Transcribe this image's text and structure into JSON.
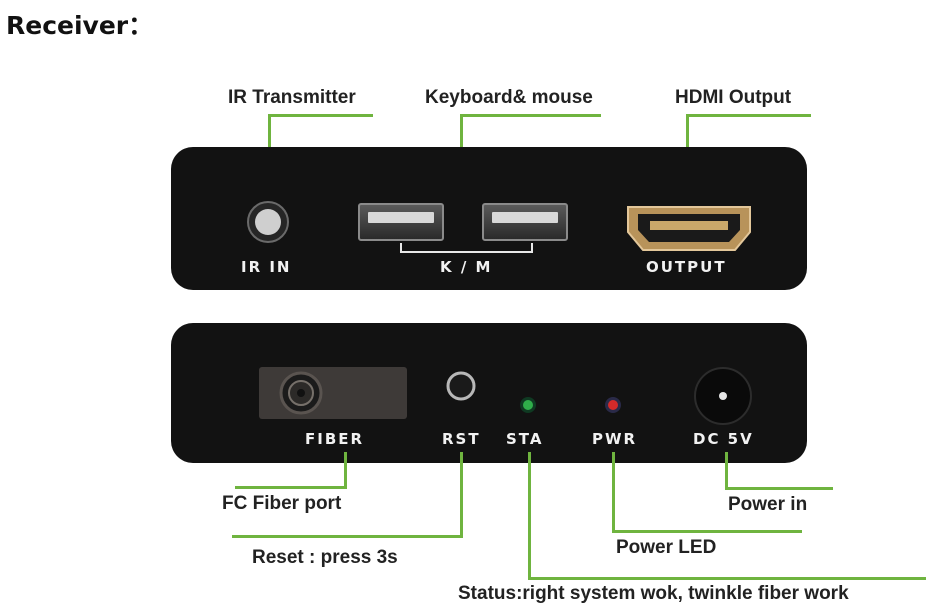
{
  "title": "Receiver：",
  "callouts": {
    "ir_transmitter": "IR Transmitter",
    "keyboard_mouse": "Keyboard& mouse",
    "hdmi_output": "HDMI Output",
    "fc_fiber_port": "FC Fiber port",
    "reset": "Reset : press 3s",
    "power_led": "Power LED",
    "status": "Status:right system wok, twinkle fiber work",
    "power_in": "Power in"
  },
  "front_panel": {
    "ir_in": "IR IN",
    "km": "K / M",
    "output": "OUTPUT"
  },
  "back_panel": {
    "fiber": "FIBER",
    "rst": "RST",
    "sta": "STA",
    "pwr": "PWR",
    "dc": "DC 5V"
  },
  "colors": {
    "callout_line": "#6fb43f",
    "panel": "#121212",
    "sta_led": "#2fae4a",
    "pwr_led": "#d42a2a"
  }
}
